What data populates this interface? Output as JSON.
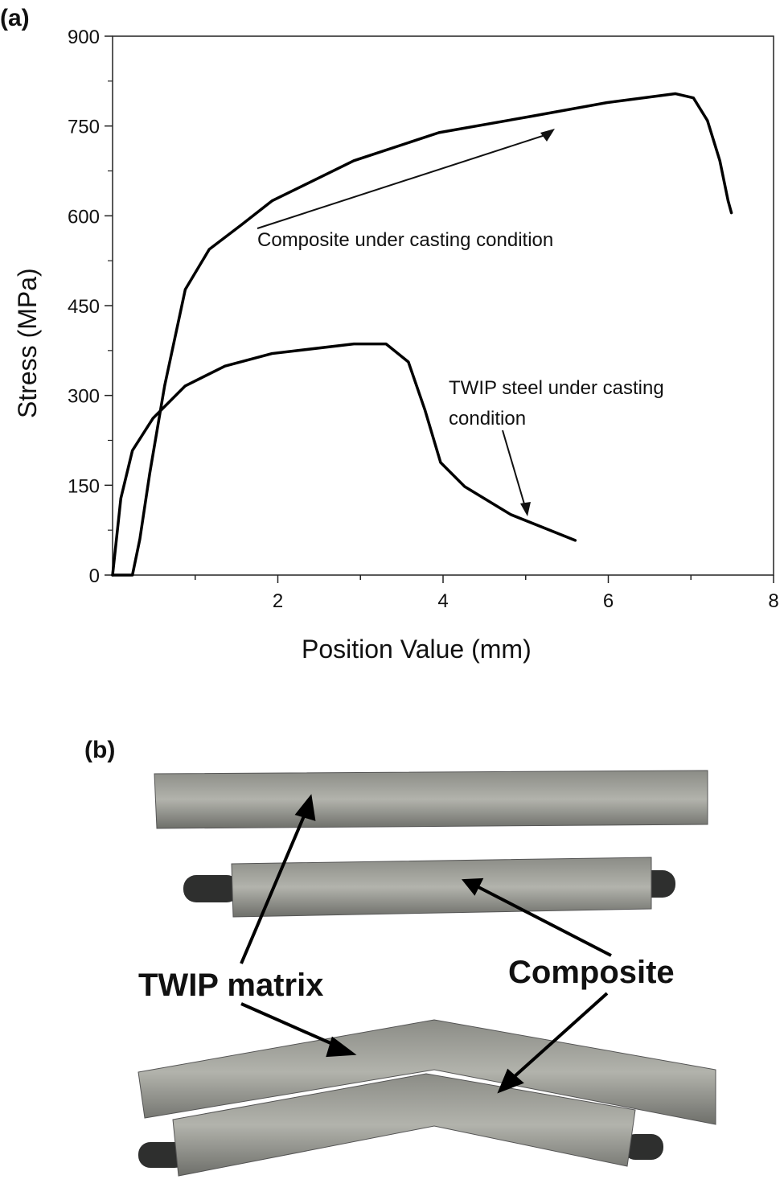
{
  "panel_a_label": "(a)",
  "panel_b_label": "(b)",
  "chart_data": {
    "type": "line",
    "title": "",
    "xlabel": "Position Value (mm)",
    "ylabel": "Stress (MPa)",
    "xlim": [
      0,
      8
    ],
    "ylim": [
      0,
      900
    ],
    "xticks": [
      2,
      4,
      6,
      8
    ],
    "yticks": [
      0,
      150,
      300,
      450,
      600,
      750,
      900
    ],
    "grid": false,
    "series": [
      {
        "name": "Composite under casting condition",
        "x": [
          0.0,
          0.24,
          0.33,
          0.45,
          0.63,
          0.88,
          1.17,
          1.56,
          1.93,
          2.92,
          3.95,
          5.06,
          5.98,
          6.81,
          7.03,
          7.2,
          7.35,
          7.45,
          7.49
        ],
        "y": [
          0,
          0,
          60,
          170,
          316,
          477,
          544,
          585,
          625,
          692,
          739,
          766,
          789,
          804,
          797,
          759,
          692,
          625,
          605
        ]
      },
      {
        "name": "TWIP steel under casting condition",
        "x": [
          0.0,
          0.1,
          0.24,
          0.49,
          0.88,
          1.36,
          1.93,
          2.92,
          3.31,
          3.58,
          3.78,
          3.97,
          4.26,
          4.82,
          5.6
        ],
        "y": [
          0,
          128,
          208,
          262,
          316,
          349,
          370,
          386,
          386,
          356,
          276,
          188,
          148,
          101,
          58
        ]
      }
    ],
    "annotations": [
      "Composite under casting condition",
      "TWIP steel under casting condition"
    ]
  },
  "annotation_composite": "Composite under casting condition",
  "annotation_twip_1": "TWIP steel under casting",
  "annotation_twip_2": "condition",
  "photo_labels": {
    "twip": "TWIP matrix",
    "composite": "Composite"
  }
}
